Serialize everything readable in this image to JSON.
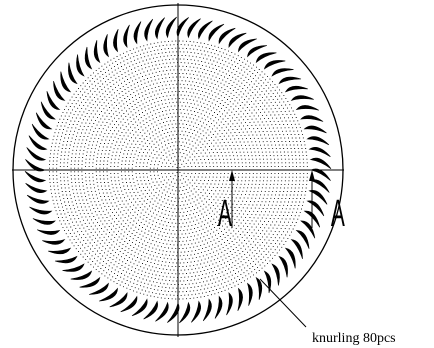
{
  "drawing": {
    "section_mark": "A",
    "knurling_label": "knurling 80pcs",
    "knurling_count": 80,
    "line_color": "#000000",
    "background": "#ffffff"
  }
}
